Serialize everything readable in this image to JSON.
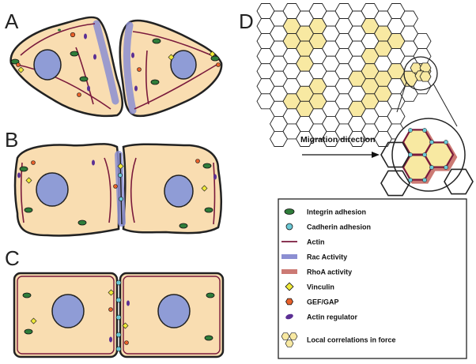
{
  "panels": {
    "a": "A",
    "b": "B",
    "c": "C",
    "d": "D"
  },
  "migration_label": "Migration direction",
  "legend": [
    {
      "key": "integrin",
      "label": "Integrin adhesion"
    },
    {
      "key": "cadherin",
      "label": "Cadherin adhesion"
    },
    {
      "key": "actin",
      "label": "Actin"
    },
    {
      "key": "rac",
      "label": "Rac Activity"
    },
    {
      "key": "rhoa",
      "label": "RhoA activity"
    },
    {
      "key": "vinculin",
      "label": "Vinculin"
    },
    {
      "key": "gef",
      "label": "GEF/GAP"
    },
    {
      "key": "regulator",
      "label": "Actin regulator"
    },
    {
      "key": "force",
      "label": "Local correlations in force"
    }
  ],
  "colors": {
    "cell_fill": "#f9ddb1",
    "nucleus": "#8f9cd6",
    "integrin": "#2f7d3a",
    "cadherin": "#6cc9d6",
    "actin": "#7a1a3c",
    "rac": "#8c8fd2",
    "rhoa": "#cc7a74",
    "vinculin": "#f0ea3a",
    "gef": "#e8612b",
    "regulator": "#5b2f94",
    "force_hex": "#f8e9a2"
  }
}
